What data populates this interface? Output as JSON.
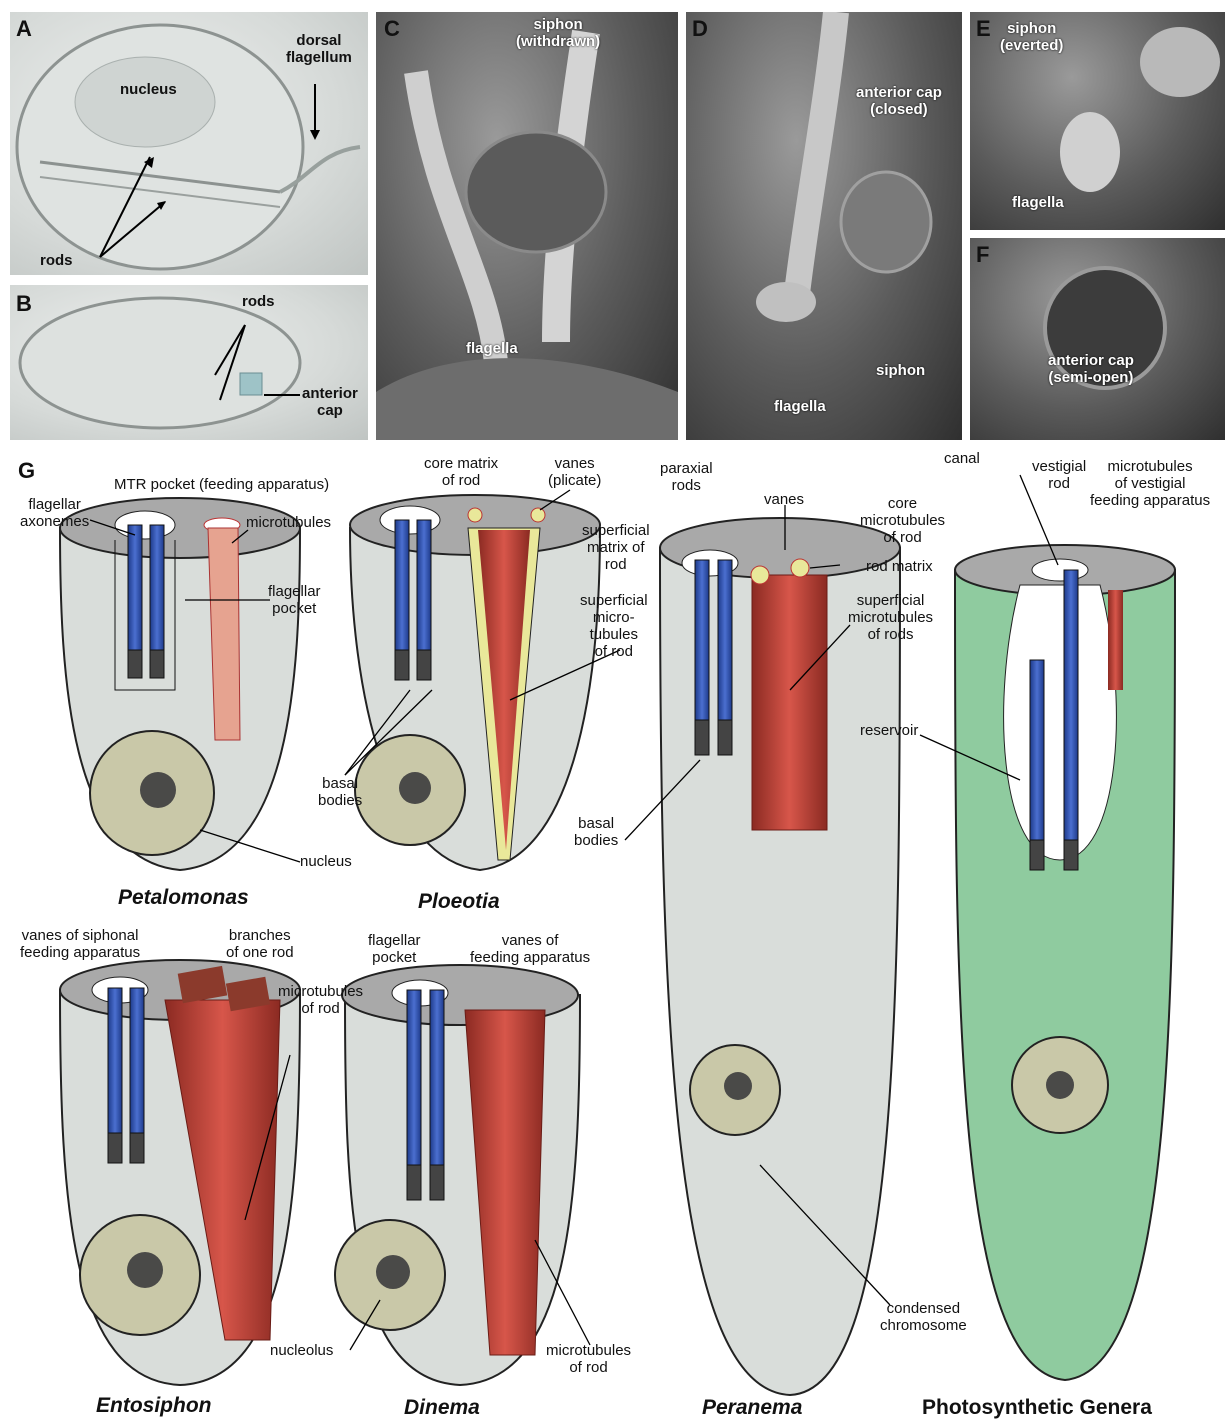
{
  "panels": {
    "A": {
      "letter": "A",
      "nucleus": "nucleus",
      "dorsal_flagellum": "dorsal\nflagellum",
      "rods": "rods"
    },
    "B": {
      "letter": "B",
      "rods": "rods",
      "anterior_cap": "anterior\ncap"
    },
    "C": {
      "letter": "C",
      "siphon": "siphon\n(withdrawn)",
      "flagella": "flagella"
    },
    "D": {
      "letter": "D",
      "anterior_cap": "anterior cap\n(closed)",
      "siphon": "siphon",
      "flagella": "flagella"
    },
    "E": {
      "letter": "E",
      "siphon": "siphon\n(everted)",
      "flagella": "flagella"
    },
    "F": {
      "letter": "F",
      "anterior_cap": "anterior cap\n(semi-open)"
    }
  },
  "diagram": {
    "letter": "G",
    "labels": {
      "mtr_pocket": "MTR pocket (feeding apparatus)",
      "flagellar_axonemes": "flagellar\naxonemes",
      "microtubules": "microtubules",
      "flagellar_pocket": "flagellar\npocket",
      "basal_bodies_1": "basal\nbodies",
      "nucleus": "nucleus",
      "core_matrix": "core matrix\nof rod",
      "vanes_plicate": "vanes\n(plicate)",
      "superficial_matrix": "superficial\nmatrix of\nrod",
      "superficial_microtubules": "superficial\nmicro-\ntubules\nof rod",
      "paraxial_rods": "paraxial\nrods",
      "vanes": "vanes",
      "core_microtubules": "core\nmicrotubules\nof rod",
      "rod_matrix": "rod matrix",
      "superficial_microtubules_rods": "superficial\nmicrotubules\nof rods",
      "basal_bodies_2": "basal\nbodies",
      "canal": "canal",
      "vestigial_rod": "vestigial\nrod",
      "microtubules_vestigial": "microtubules\nof vestigial\nfeeding apparatus",
      "reservoir": "reservoir",
      "vanes_siphonal": "vanes of siphonal\nfeeding apparatus",
      "branches": "branches\nof one rod",
      "microtubules_of_rod_1": "microtubules\nof rod",
      "flagellar_pocket_2": "flagellar\npocket",
      "vanes_feeding": "vanes of\nfeeding apparatus",
      "nucleolus": "nucleolus",
      "microtubules_of_rod_2": "microtubules\nof rod",
      "condensed_chromosome": "condensed\nchromosome"
    },
    "genera": [
      "Petalomonas",
      "Ploeotia",
      "Peranema",
      "Photosynthetic Genera",
      "Entosiphon",
      "Dinema"
    ]
  },
  "colors": {
    "cell_body": "#d9ddda",
    "photosynthetic_body": "#8fcb9f",
    "flagella_blue": "#2f4fa3",
    "rod_red": "#b8342a",
    "rod_matrix_yellow": "#e9e89a",
    "nucleus_fill": "#c9c8a8",
    "chromosome": "#4a4a48",
    "top_disc": "#a9a9a9"
  }
}
